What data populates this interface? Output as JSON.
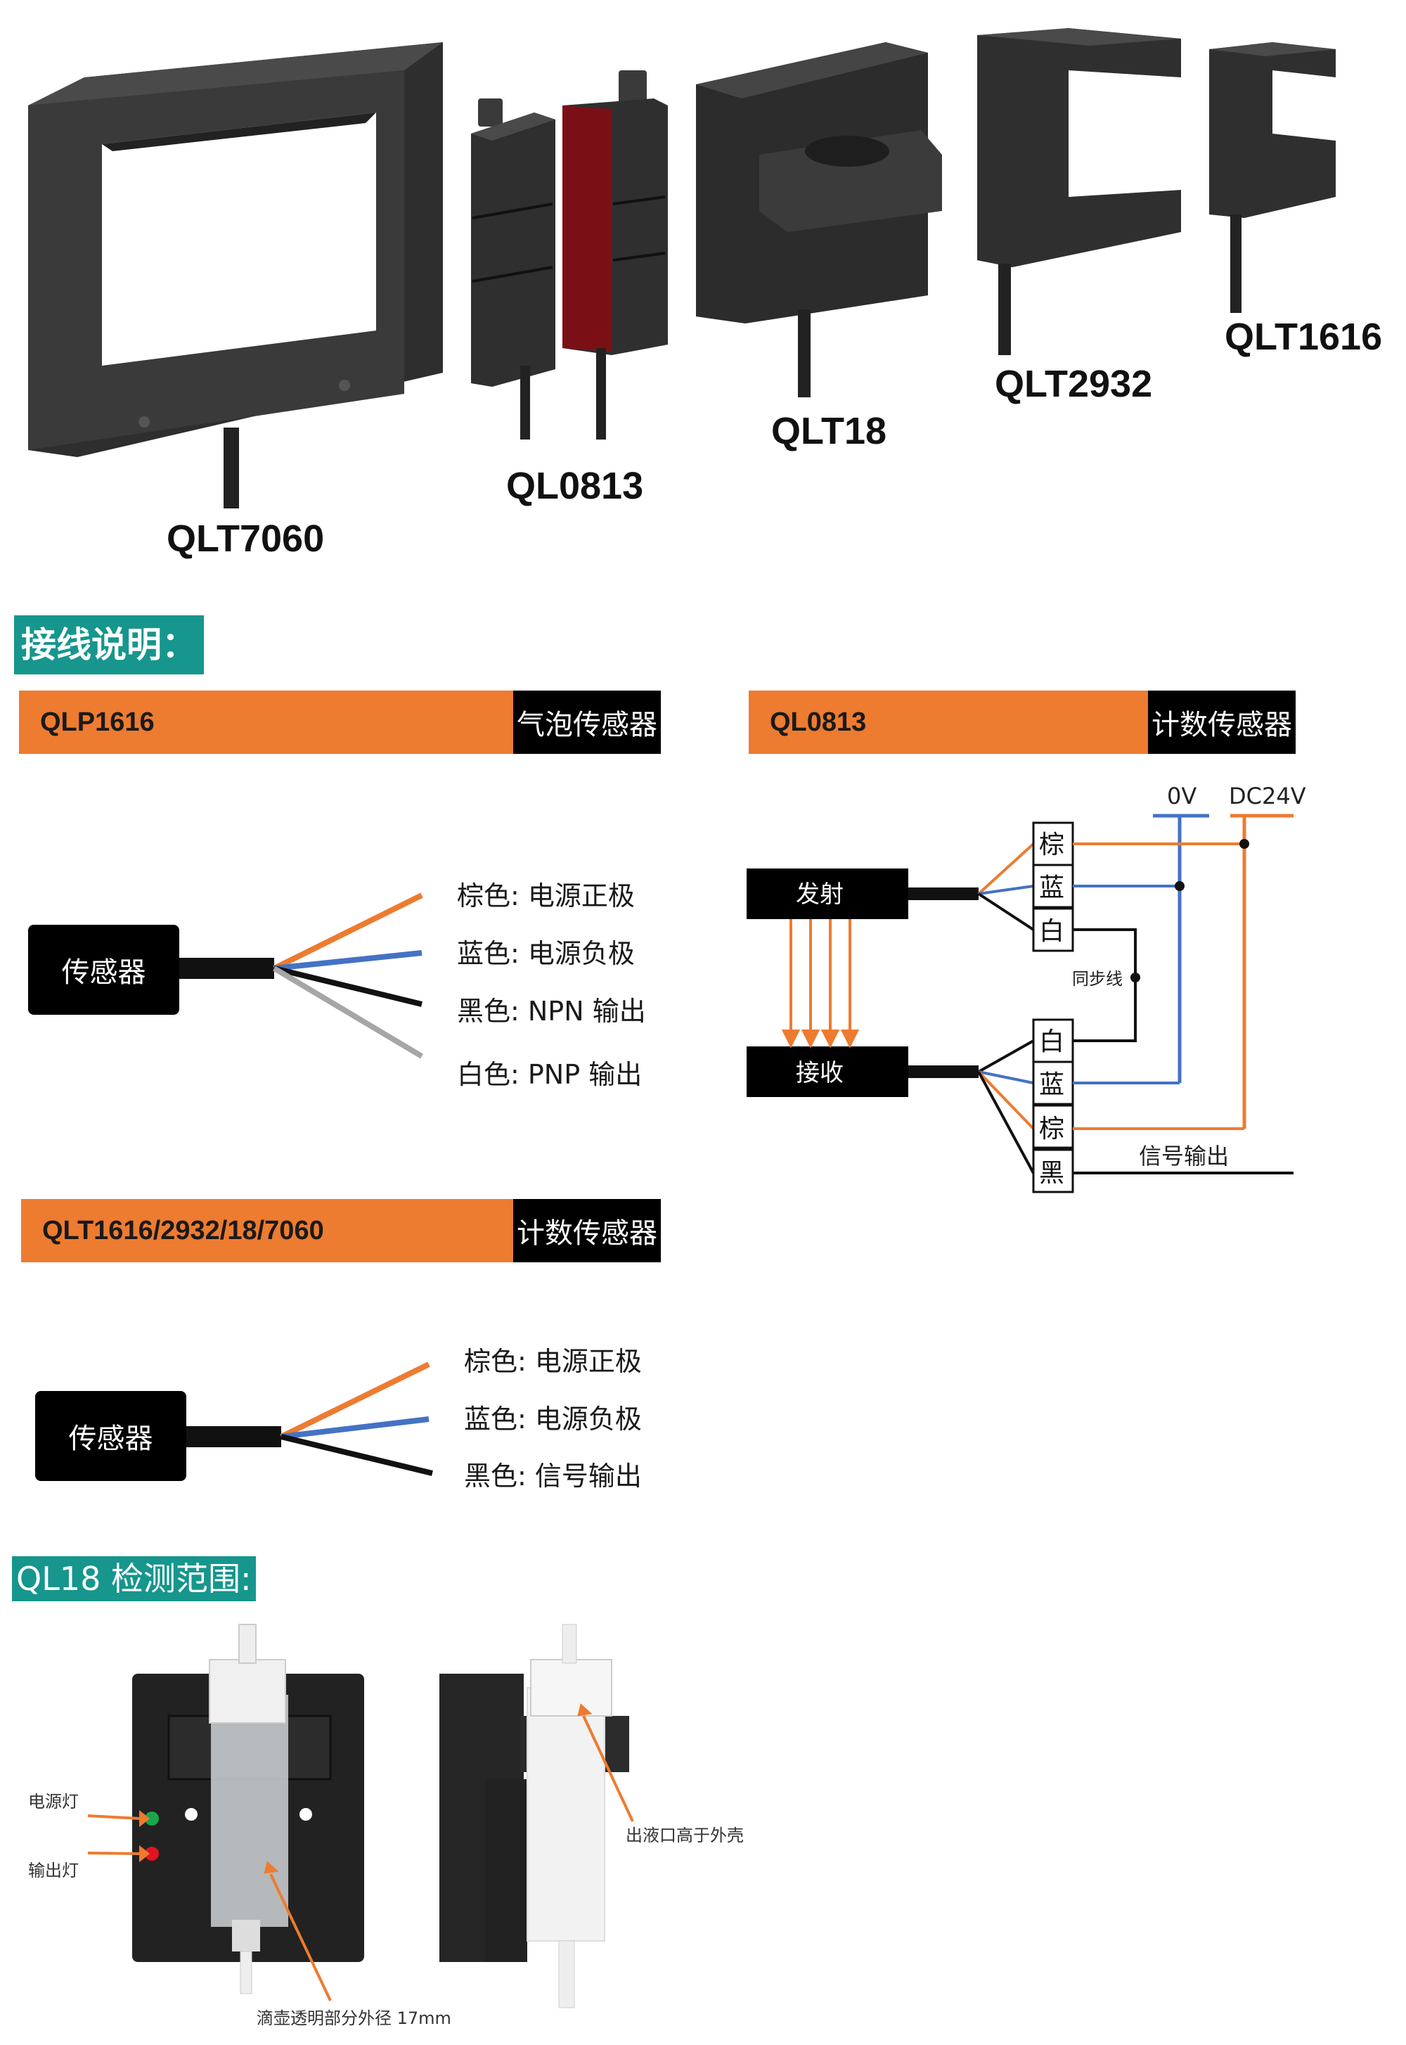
{
  "products": [
    {
      "name": "QLT7060"
    },
    {
      "name": "QL0813"
    },
    {
      "name": "QLT18"
    },
    {
      "name": "QLT2932"
    },
    {
      "name": "QLT1616"
    }
  ],
  "wiring": {
    "title": "接线说明："
  },
  "sections": {
    "qlp1616": {
      "model": "QLP1616",
      "type": "气泡传感器"
    },
    "ql0813": {
      "model": "QL0813",
      "type": "计数传感器"
    },
    "qlt": {
      "model": "QLT1616/2932/18/7060",
      "type": "计数传感器"
    }
  },
  "qlp1616_diagram": {
    "sensor": "传感器",
    "wires": [
      {
        "label": "棕色:  电源正极",
        "color": "#ed7b30"
      },
      {
        "label": "蓝色:  电源负极",
        "color": "#4472c4"
      },
      {
        "label": "黑色:  NPN 输出",
        "color": "#111111"
      },
      {
        "label": "白色:  PNP 输出",
        "color": "#a6a6a6"
      }
    ]
  },
  "qlt_diagram": {
    "sensor": "传感器",
    "wires": [
      {
        "label": "棕色:  电源正极",
        "color": "#ed7b30"
      },
      {
        "label": "蓝色:  电源负极",
        "color": "#4472c4"
      },
      {
        "label": "黑色:  信号输出",
        "color": "#111111"
      }
    ]
  },
  "ql0813_diagram": {
    "v0": "0V",
    "v24": "DC24V",
    "emitter": "发射",
    "receiver": "接收",
    "sync": "同步线",
    "signal": "信号输出",
    "emitter_wires": [
      "棕",
      "蓝",
      "白"
    ],
    "receiver_wires": [
      "白",
      "蓝",
      "棕",
      "黑"
    ],
    "colors": {
      "brown": "#ed7b30",
      "blue": "#4472c4",
      "black": "#111111"
    }
  },
  "range": {
    "title": "QL18 检测范围:",
    "power_led": "电源灯",
    "output_led": "输出灯",
    "drip_note": "滴壶透明部分外径 17mm",
    "outlet_note": "出液口高于外壳",
    "colors": {
      "green": "#1aa64a",
      "red": "#e0141e"
    }
  }
}
